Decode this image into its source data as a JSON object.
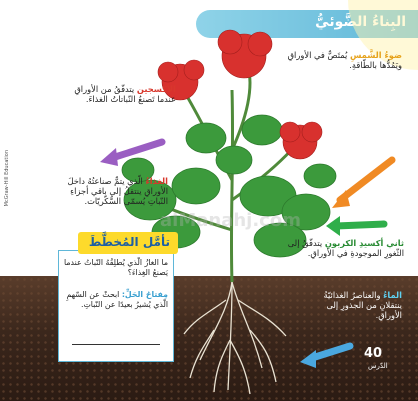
{
  "header": {
    "title": "البِناءُ الضَّوئيُّ"
  },
  "labels": {
    "sunlight": {
      "head": "ضوءُ الشَّمسِ",
      "body": "يُمتَصُّ في الأوراقِ ويَمُدُّها بالطّاقةِ."
    },
    "oxygen": {
      "head": "الأكسجين",
      "body": "يتدفّقُ من الأوراقِ عندما تَصنعُ النّباتاتُ الغذاءَ."
    },
    "food": {
      "head": "الغذاءُ",
      "body": "الّذي يتمُّ صناعتُهُ داخلَ الأوراقِ ينتقلُ إلى باقي أجزاءِ النّباتِ يُسمّى السُّكّريّات."
    },
    "co2": {
      "head": "ثاني أكسيدِ الكربونِ",
      "body": "يتدفّقُ إلى الثّغورِ الموجودةِ في الأوراقِ."
    },
    "water": {
      "head": "الماءُ",
      "body": "والعناصرُ الغذائيّةُ ينتقلانِ من الجذورِ إلى الأوراقِ."
    }
  },
  "think": {
    "title": "تأمَّل المُخطَّطَ",
    "question": "ما الغازُ الّذي يُطلِقُهُ النّباتُ عندما يَصنعُ الغِذاءَ؟",
    "key_label": "مِفتاحُ الحَلِّ:",
    "key_text": "ابحثْ عن السّهمِ الّذي يُشيرُ بعيدًا عن النّباتِ."
  },
  "page_number": "40",
  "page_word": "الدّرس",
  "side_note": "McGraw-Hill Education",
  "watermark": "alManahj.com",
  "colors": {
    "title_bar": "#5fb7d8",
    "sun_arrow": "#f08a24",
    "oxygen_arrow": "#9a5ec2",
    "co2_arrow": "#2fae4a",
    "water_arrow": "#4aa8e0",
    "flower": "#d8312e",
    "leaf": "#3c9a3c",
    "soil": "#3b271c"
  }
}
